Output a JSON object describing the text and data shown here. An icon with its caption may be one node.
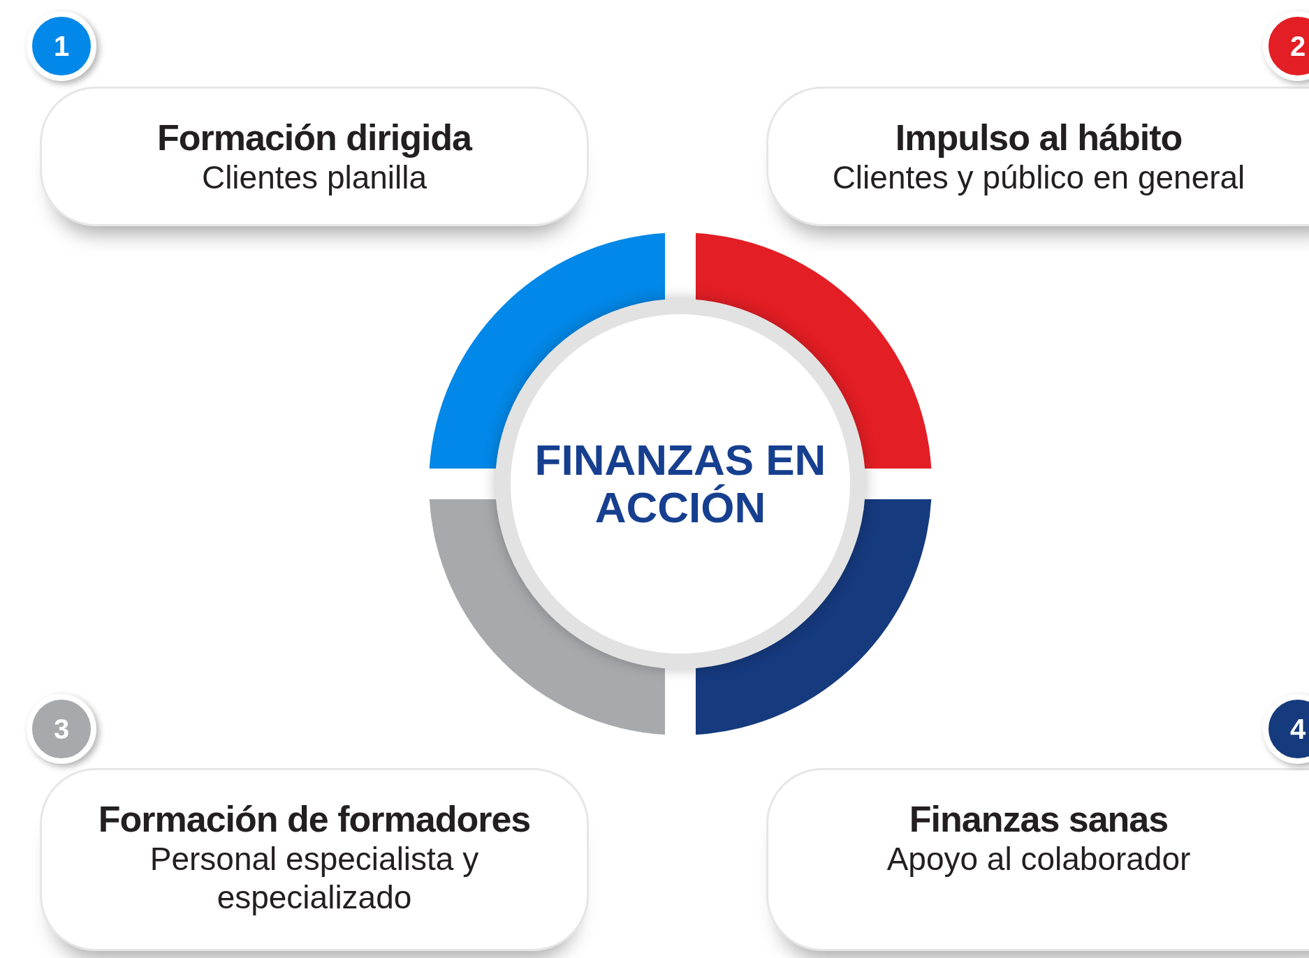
{
  "diagram": {
    "nodes": [
      {
        "text": [
          "1"
        ]
      },
      {
        "text": [
          "Formación dirigida",
          "Clientes planilla"
        ]
      },
      {
        "text": [
          "2"
        ]
      },
      {
        "text": [
          "Impulso al hábito",
          "Clientes y público en general"
        ]
      },
      {
        "text": [
          "FINANZAS EN ACCIÓN"
        ]
      },
      {
        "text": [
          "3"
        ]
      },
      {
        "text": [
          "Formación de formadores",
          "Personal especialista y especializado"
        ]
      },
      {
        "text": [
          "4"
        ]
      },
      {
        "text": [
          "Finanzas sanas",
          "Apoyo al colaborador"
        ]
      }
    ],
    "edges": []
  }
}
